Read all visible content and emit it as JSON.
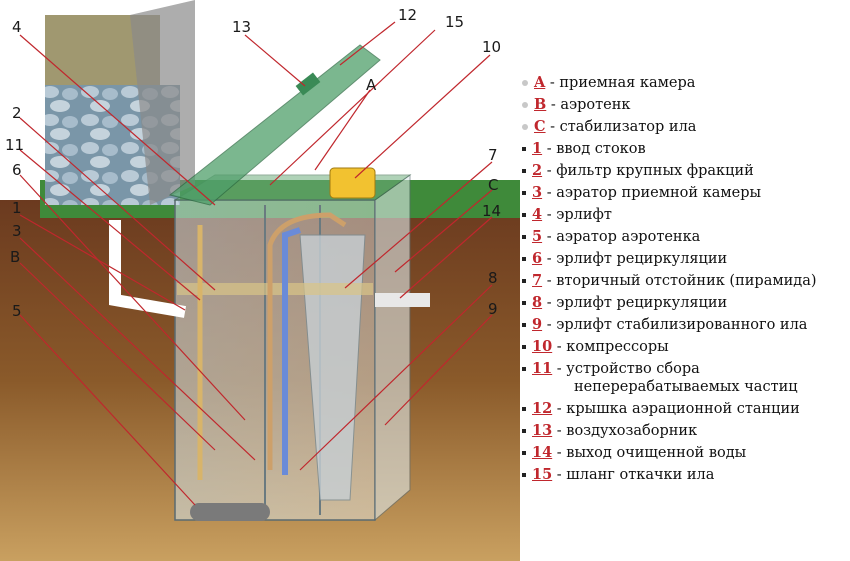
{
  "callouts": [
    {
      "id": "4",
      "label": "4"
    },
    {
      "id": "13",
      "label": "13"
    },
    {
      "id": "12",
      "label": "12"
    },
    {
      "id": "15",
      "label": "15"
    },
    {
      "id": "10",
      "label": "10"
    },
    {
      "id": "A",
      "label": "A"
    },
    {
      "id": "2",
      "label": "2"
    },
    {
      "id": "11",
      "label": "11"
    },
    {
      "id": "6",
      "label": "6"
    },
    {
      "id": "1",
      "label": "1"
    },
    {
      "id": "3",
      "label": "3"
    },
    {
      "id": "B",
      "label": "B"
    },
    {
      "id": "5",
      "label": "5"
    },
    {
      "id": "7",
      "label": "7"
    },
    {
      "id": "C",
      "label": "C"
    },
    {
      "id": "14",
      "label": "14"
    },
    {
      "id": "8",
      "label": "8"
    },
    {
      "id": "9",
      "label": "9"
    }
  ],
  "legend": [
    {
      "key": "A",
      "text": " - приемная камера",
      "marker": "dot"
    },
    {
      "key": "B",
      "text": " - аэротенк",
      "marker": "dot"
    },
    {
      "key": "C",
      "text": " - стабилизатор ила",
      "marker": "dot"
    },
    {
      "key": "1",
      "text": " - ввод стоков",
      "marker": "square"
    },
    {
      "key": "2",
      "text": " - фильтр крупных фракций",
      "marker": "square"
    },
    {
      "key": "3",
      "text": " - аэратор приемной камеры",
      "marker": "square"
    },
    {
      "key": "4",
      "text": " - эрлифт",
      "marker": "square"
    },
    {
      "key": "5",
      "text": " - аэратор аэротенка",
      "marker": "square"
    },
    {
      "key": "6",
      "text": " - эрлифт рециркуляции",
      "marker": "square"
    },
    {
      "key": "7",
      "text": " - вторичный отстойник (пирамида)",
      "marker": "square"
    },
    {
      "key": "8",
      "text": " - эрлифт рециркуляции",
      "marker": "square"
    },
    {
      "key": "9",
      "text": " - эрлифт стабилизированного ила",
      "marker": "square"
    },
    {
      "key": "10",
      "text": " - компрессоры",
      "marker": "square"
    },
    {
      "key": "11",
      "text": " - устройство сбора",
      "marker": "square"
    },
    {
      "key": "",
      "text": "неперерабатываемых частиц",
      "marker": "none"
    },
    {
      "key": "12",
      "text": " - крышка аэрационной станции",
      "marker": "square"
    },
    {
      "key": "13",
      "text": " - воздухозаборник",
      "marker": "square"
    },
    {
      "key": "14",
      "text": " - выход очищенной воды",
      "marker": "square"
    },
    {
      "key": "15",
      "text": " - шланг откачки ила",
      "marker": "square"
    }
  ]
}
